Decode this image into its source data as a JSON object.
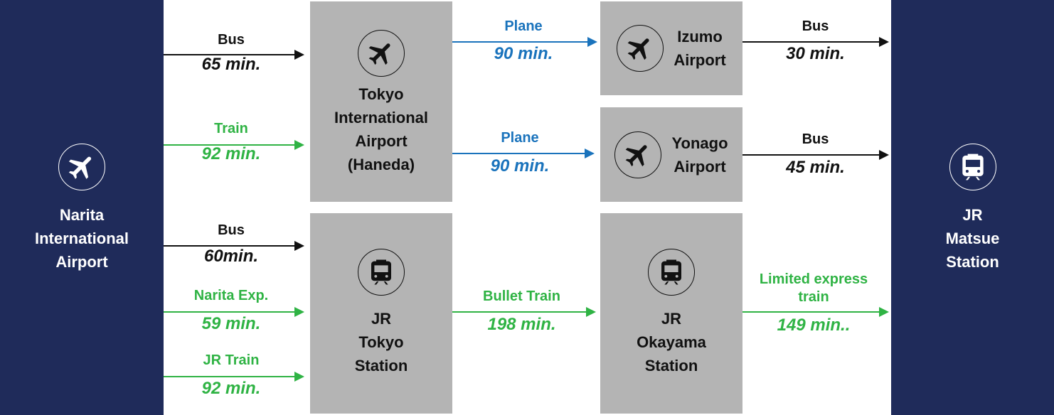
{
  "colors": {
    "panel": "#1f2b5a",
    "box": "#b4b4b4",
    "bus": "#111111",
    "rail": "#2fb344",
    "plane": "#1a73bc"
  },
  "origin": {
    "icon": "airplane-icon",
    "lines": [
      "Narita",
      "International",
      "Airport"
    ]
  },
  "destination": {
    "icon": "train-icon",
    "lines": [
      "JR",
      "Matsue",
      "Station"
    ]
  },
  "hubs": {
    "haneda": {
      "icon": "airplane-icon",
      "lines": [
        "Tokyo",
        "International",
        "Airport",
        "(Haneda)"
      ]
    },
    "jr_tokyo": {
      "icon": "train-icon",
      "lines": [
        "JR",
        "Tokyo",
        "Station"
      ]
    },
    "izumo": {
      "icon": "airplane-icon",
      "lines": [
        "Izumo",
        "Airport"
      ]
    },
    "yonago": {
      "icon": "airplane-icon",
      "lines": [
        "Yonago",
        "Airport"
      ]
    },
    "okayama": {
      "icon": "train-icon",
      "lines": [
        "JR",
        "Okayama",
        "Station"
      ]
    }
  },
  "routes": {
    "narita_haneda_bus": {
      "mode": "Bus",
      "time": "65 min.",
      "type": "bus"
    },
    "narita_haneda_train": {
      "mode": "Train",
      "time": "92 min.",
      "type": "rail"
    },
    "narita_tokyo_bus": {
      "mode": "Bus",
      "time": "60min.",
      "type": "bus"
    },
    "narita_tokyo_nex": {
      "mode": "Narita Exp.",
      "time": "59 min.",
      "type": "rail"
    },
    "narita_tokyo_jr": {
      "mode": "JR Train",
      "time": "92 min.",
      "type": "rail"
    },
    "haneda_izumo_plane": {
      "mode": "Plane",
      "time": "90 min.",
      "type": "plane"
    },
    "haneda_yonago_plane": {
      "mode": "Plane",
      "time": "90 min.",
      "type": "plane"
    },
    "tokyo_okayama_bullet": {
      "mode": "Bullet Train",
      "time": "198 min.",
      "type": "rail"
    },
    "izumo_matsue_bus": {
      "mode": "Bus",
      "time": "30 min.",
      "type": "bus"
    },
    "yonago_matsue_bus": {
      "mode": "Bus",
      "time": "45 min.",
      "type": "bus"
    },
    "okayama_matsue_ltd": {
      "mode_lines": [
        "Limited express",
        "train"
      ],
      "time": "149 min..",
      "type": "rail"
    }
  }
}
